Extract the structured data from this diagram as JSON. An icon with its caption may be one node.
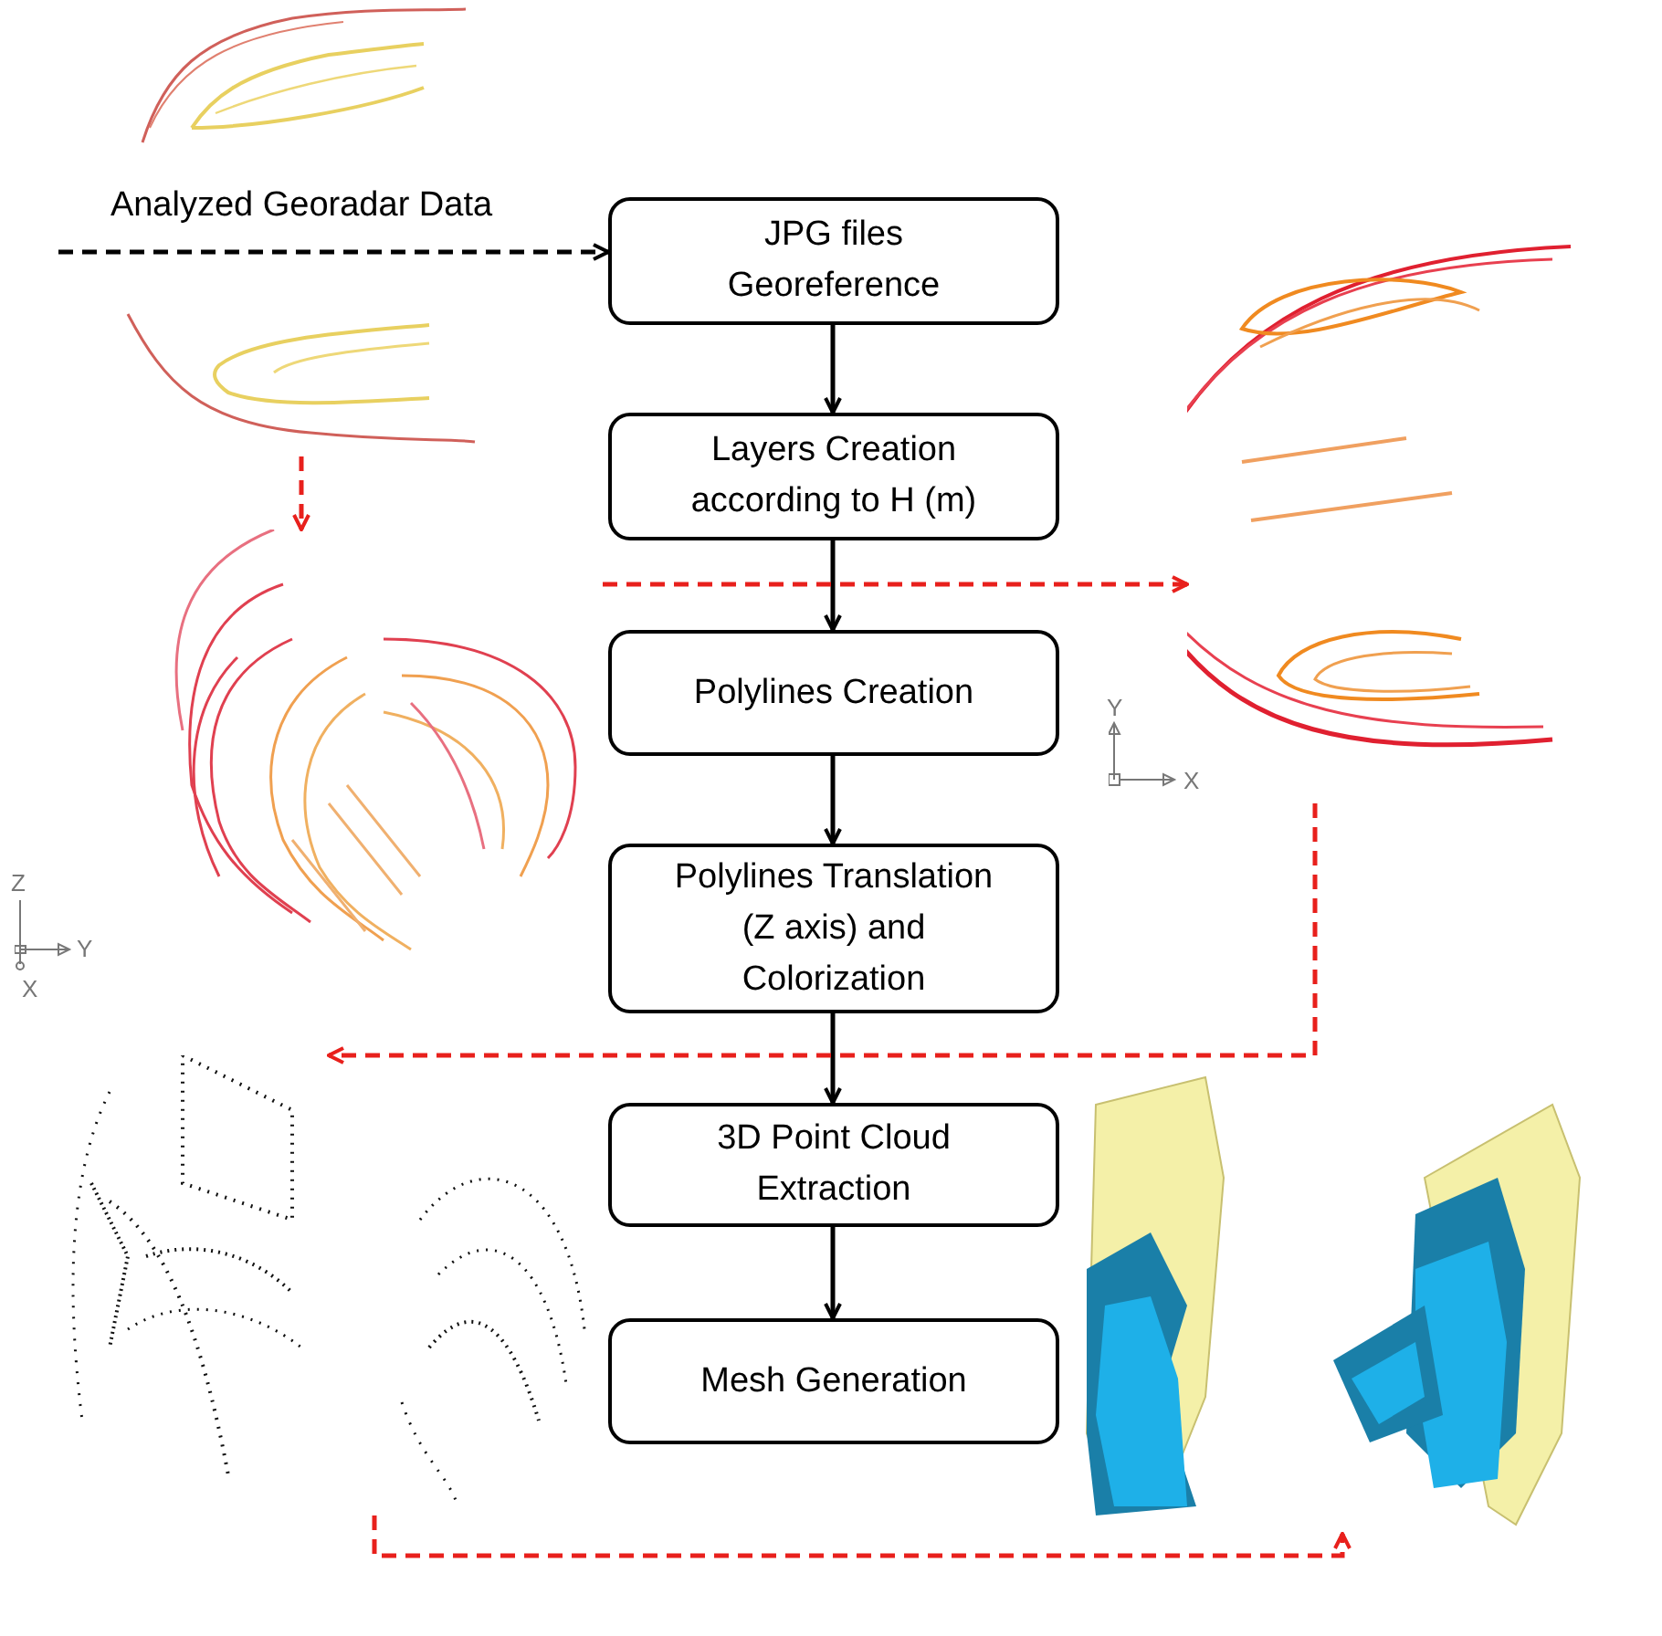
{
  "diagram": {
    "nodes": [
      {
        "text": [
          "Analyzed Georadar Data"
        ]
      },
      {
        "text": [
          "JPG files Georeference"
        ]
      },
      {
        "text": [
          "Layers Creation according to H (m)"
        ]
      },
      {
        "text": [
          "Polylines Creation"
        ]
      },
      {
        "text": [
          "Polylines Translation (Z axis) and Colorization"
        ]
      },
      {
        "text": [
          "3D Point Cloud Extraction"
        ]
      },
      {
        "text": [
          "Mesh Generation"
        ]
      },
      {
        "text": [],
        "shape": "picture"
      },
      {
        "text": [],
        "shape": "picture"
      },
      {
        "text": [],
        "shape": "picture"
      },
      {
        "text": [],
        "shape": "picture"
      },
      {
        "text": [],
        "shape": "picture"
      }
    ],
    "edges": [
      {
        "from": 0,
        "to": 1,
        "arrow": "to",
        "style": "dashed"
      },
      {
        "from": 1,
        "to": 2,
        "arrow": "to"
      },
      {
        "from": 2,
        "to": 3,
        "arrow": "to"
      },
      {
        "from": 3,
        "to": 4,
        "arrow": "to"
      },
      {
        "from": 4,
        "to": 5,
        "arrow": "to"
      },
      {
        "from": 5,
        "to": 6,
        "arrow": "to"
      },
      {
        "from": 7,
        "to": 8,
        "arrow": "to",
        "style": "dashed",
        "color": "#e8201c"
      },
      {
        "from": 8,
        "to": 9,
        "arrow": "to",
        "style": "dashed",
        "color": "#e8201c"
      },
      {
        "from": 9,
        "to": 10,
        "arrow": "to",
        "style": "dashed",
        "color": "#e8201c"
      },
      {
        "from": 10,
        "to": 11,
        "arrow": "to",
        "style": "dashed",
        "color": "#e8201c"
      }
    ],
    "labels": [
      "Z",
      "Y",
      "X",
      "Y",
      "X"
    ]
  }
}
